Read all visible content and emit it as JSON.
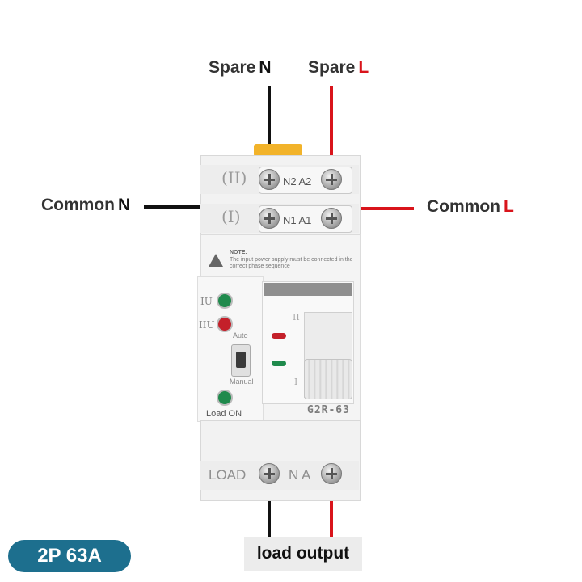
{
  "labels": {
    "spare_n_word": "Spare",
    "spare_n_letter": "N",
    "spare_l_word": "Spare",
    "spare_l_letter": "L",
    "common_n_word": "Common",
    "common_n_letter": "N",
    "common_l_word": "Common",
    "common_l_letter": "L"
  },
  "device": {
    "source2_numeral": "(II)",
    "source2_terminals": "N2 A2",
    "source1_numeral": "(I)",
    "source1_terminals": "N1 A1",
    "note_title": "NOTE:",
    "note_text": "The input power supply must be connected in the correct phase sequence",
    "indicator_1u": "IU",
    "indicator_2u": "IIU",
    "mode_auto": "Auto",
    "mode_manual": "Manual",
    "load_on": "Load ON",
    "handle_top": "II",
    "handle_bottom": "I",
    "model": "G2R-63",
    "load_label": "LOAD",
    "load_terminals": "N A"
  },
  "badge": "2P 63A",
  "load_output": "load output",
  "colors": {
    "neutral_wire": "#111111",
    "live_wire": "#d9141b",
    "badge": "#1d6f8e",
    "clip": "#f2b32a",
    "led_green": "#1f8a4c",
    "led_red": "#c4202a"
  }
}
